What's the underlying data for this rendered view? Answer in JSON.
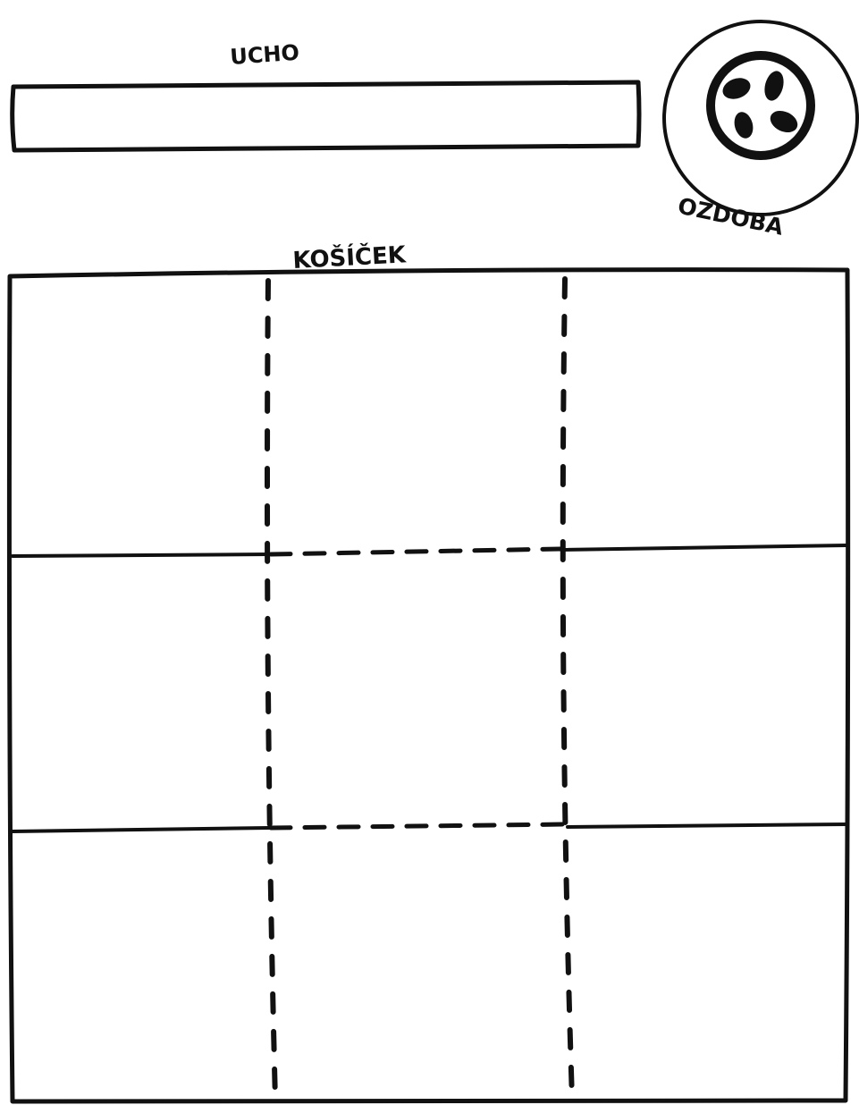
{
  "labels": {
    "handle": "UCHO",
    "decoration": "OZDOBA",
    "basket": "KOŠÍČEK"
  },
  "colors": {
    "ink": "#111111",
    "paper": "#ffffff"
  },
  "basket_grid": {
    "rows": 3,
    "columns": 3,
    "solid_lines": "outer border and horizontal dividers across side columns",
    "dashed_lines": "fold lines around the center column"
  },
  "decoration_petals": 4
}
